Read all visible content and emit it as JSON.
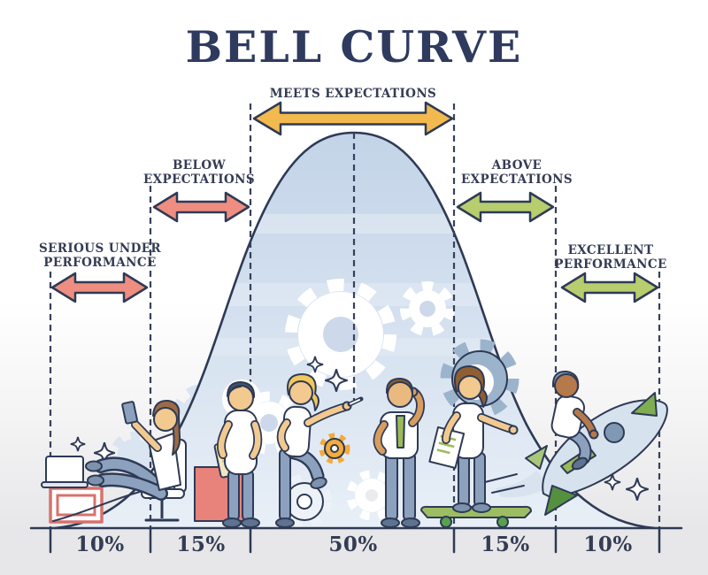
{
  "title": "BELL CURVE",
  "ranges": [
    {
      "id": "serious-under-performance",
      "label_line1": "SERIOUS UNDER",
      "label_line2": "PERFORMANCE",
      "percent": "10%",
      "arrow_color": "#ee8d80"
    },
    {
      "id": "below-expectations",
      "label_line1": "BELOW",
      "label_line2": "EXPECTATIONS",
      "percent": "15%",
      "arrow_color": "#ee8d80"
    },
    {
      "id": "meets-expectations",
      "label_line1": "MEETS EXPECTATIONS",
      "label_line2": "",
      "percent": "50%",
      "arrow_color": "#f2b94e"
    },
    {
      "id": "above-expectations",
      "label_line1": "ABOVE",
      "label_line2": "EXPECTATIONS",
      "percent": "15%",
      "arrow_color": "#b7cd6e"
    },
    {
      "id": "excellent-performance",
      "label_line1": "EXCELLENT",
      "label_line2": "PERFORMANCE",
      "percent": "10%",
      "arrow_color": "#b7cd6e"
    }
  ],
  "colors": {
    "outline": "#2e3a55",
    "title_text": "#2e3a5e",
    "label_text": "#343c54",
    "curve_fill_top": "#c3d4e8",
    "curve_fill_bottom": "#e8eff7",
    "arrow_red": "#ee8d80",
    "arrow_yellow": "#f2b94e",
    "arrow_green": "#b7cd6e",
    "floor_grey": "#e7e7e9",
    "accent_orange_gear": "#f3ab3b",
    "accent_green": "#9cba57",
    "steel_blue": "#9cb3cc"
  },
  "chart_data": {
    "type": "area",
    "title": "BELL CURVE",
    "categories": [
      "Serious under performance",
      "Below expectations",
      "Meets expectations",
      "Above expectations",
      "Excellent performance"
    ],
    "values": [
      10,
      15,
      50,
      15,
      10
    ],
    "unit": "%",
    "xlabel": "",
    "ylabel": "",
    "legend": "none",
    "annotations": [
      "SERIOUS UNDER PERFORMANCE",
      "BELOW EXPECTATIONS",
      "MEETS EXPECTATIONS",
      "ABOVE EXPECTATIONS",
      "EXCELLENT PERFORMANCE"
    ]
  },
  "scene": {
    "figures": [
      "person-relaxing-on-chair-with-phone",
      "person-holding-clipboard-behind-back",
      "person-pointing-with-pen",
      "person-with-green-tie-looking-ahead",
      "person-on-skateboard-with-document",
      "person-riding-rocket"
    ],
    "props": [
      "laptop",
      "desk",
      "office-chair",
      "red-box",
      "gears",
      "sparkles",
      "skateboard",
      "rocket"
    ]
  }
}
